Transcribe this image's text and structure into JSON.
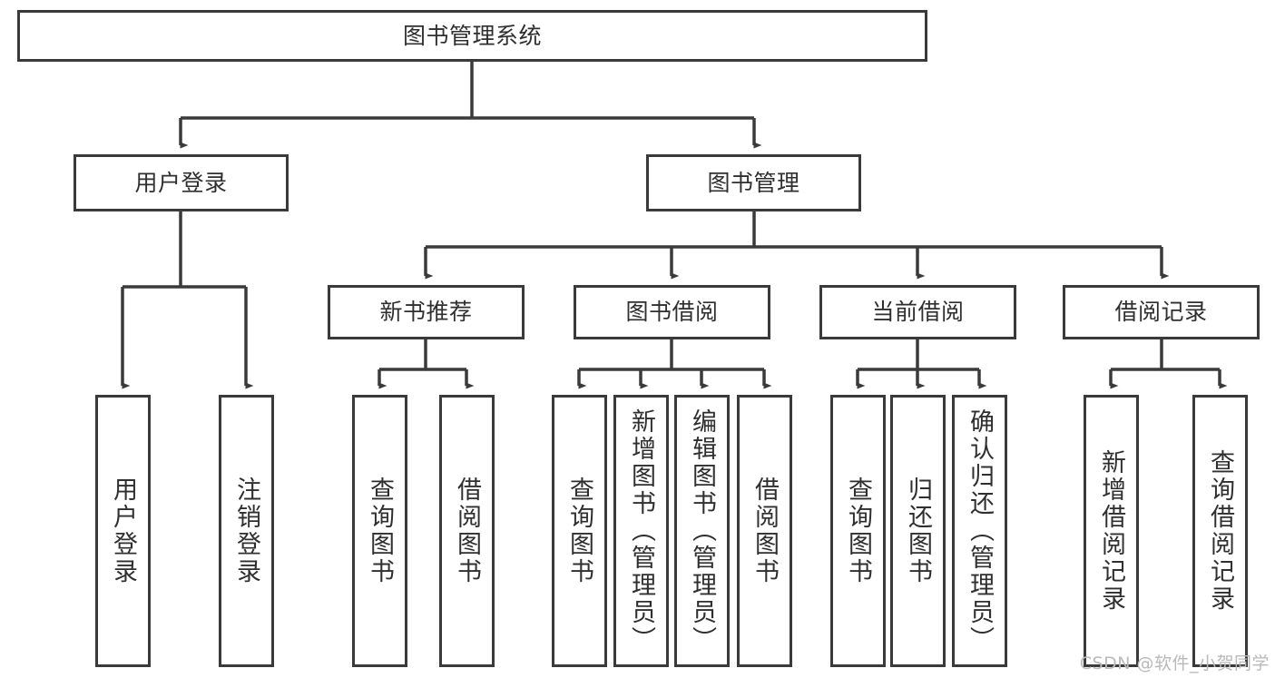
{
  "diagram": {
    "title": "图书管理系统",
    "type": "hierarchy-tree",
    "watermark": "CSDN @软件_小贺同学",
    "colors": {
      "box_border": "#3a3a3a",
      "box_fill": "#ffffff",
      "edge": "#3a3a3a",
      "text": "#2f2f2f",
      "watermark": "#b9b9b9",
      "background": "#ffffff"
    },
    "nodes": {
      "root": {
        "label": "图书管理系统"
      },
      "level2": [
        {
          "id": "user-login",
          "label": "用户登录"
        },
        {
          "id": "book-manage",
          "label": "图书管理"
        }
      ],
      "level3": [
        {
          "id": "new-book-recommend",
          "label": "新书推荐"
        },
        {
          "id": "book-borrow",
          "label": "图书借阅"
        },
        {
          "id": "current-borrow",
          "label": "当前借阅"
        },
        {
          "id": "borrow-record",
          "label": "借阅记录"
        }
      ],
      "leaves": {
        "user-login": [
          {
            "id": "leaf-user-login",
            "label": "用户登录"
          },
          {
            "id": "leaf-logout-login",
            "label": "注销登录"
          }
        ],
        "new-book-recommend": [
          {
            "id": "leaf-query-book-1",
            "label": "查询图书"
          },
          {
            "id": "leaf-borrow-book-1",
            "label": "借阅图书"
          }
        ],
        "book-borrow": [
          {
            "id": "leaf-query-book-2",
            "label": "查询图书"
          },
          {
            "id": "leaf-add-book",
            "label": "新增图书（管理员）"
          },
          {
            "id": "leaf-edit-book",
            "label": "编辑图书（管理员）"
          },
          {
            "id": "leaf-borrow-book-2",
            "label": "借阅图书"
          }
        ],
        "current-borrow": [
          {
            "id": "leaf-query-book-3",
            "label": "查询图书"
          },
          {
            "id": "leaf-return-book",
            "label": "归还图书"
          },
          {
            "id": "leaf-confirm-return",
            "label": "确认归还（管理员）"
          }
        ],
        "borrow-record": [
          {
            "id": "leaf-add-record",
            "label": "新增借阅记录"
          },
          {
            "id": "leaf-query-record",
            "label": "查询借阅记录"
          }
        ]
      }
    }
  }
}
